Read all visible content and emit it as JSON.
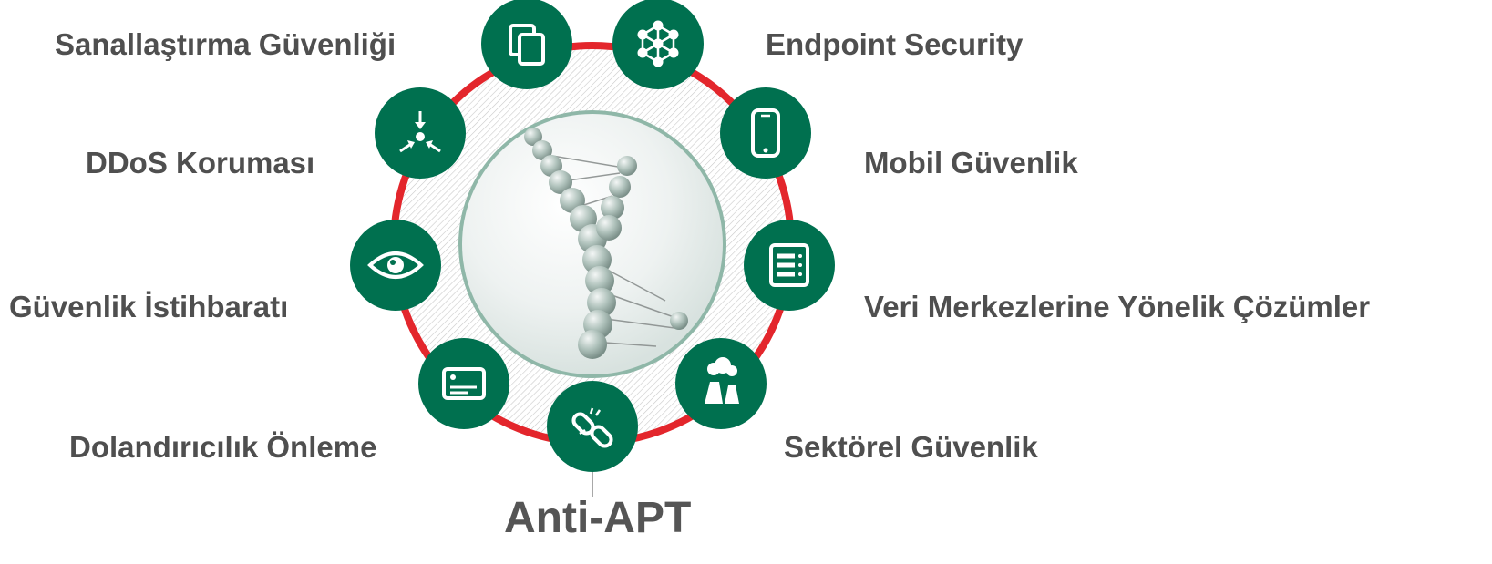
{
  "diagram": {
    "center_label": "Anti-APT",
    "colors": {
      "node": "#00704f",
      "ring": "#e3262c",
      "icon": "#ffffff",
      "label": "#4f4f4f"
    },
    "nodes": [
      {
        "key": "virtualization",
        "icon": "copy-documents-icon",
        "label": "Sanallaştırma Güvenliği"
      },
      {
        "key": "endpoint",
        "icon": "molecule-network-icon",
        "label": "Endpoint Security"
      },
      {
        "key": "mobile",
        "icon": "smartphone-icon",
        "label": "Mobil Güvenlik"
      },
      {
        "key": "datacenter",
        "icon": "server-rack-icon",
        "label": "Veri Merkezlerine Yönelik Çözümler"
      },
      {
        "key": "industrial",
        "icon": "power-plant-icon",
        "label": "Sektörel Güvenlik"
      },
      {
        "key": "antiapt",
        "icon": "broken-link-icon",
        "label": "Anti-APT"
      },
      {
        "key": "fraud",
        "icon": "credit-card-icon",
        "label": "Dolandırıcılık Önleme"
      },
      {
        "key": "intelligence",
        "icon": "eye-icon",
        "label": "Güvenlik İstihbaratı"
      },
      {
        "key": "ddos",
        "icon": "converging-arrows-icon",
        "label": "DDoS Koruması"
      }
    ]
  }
}
